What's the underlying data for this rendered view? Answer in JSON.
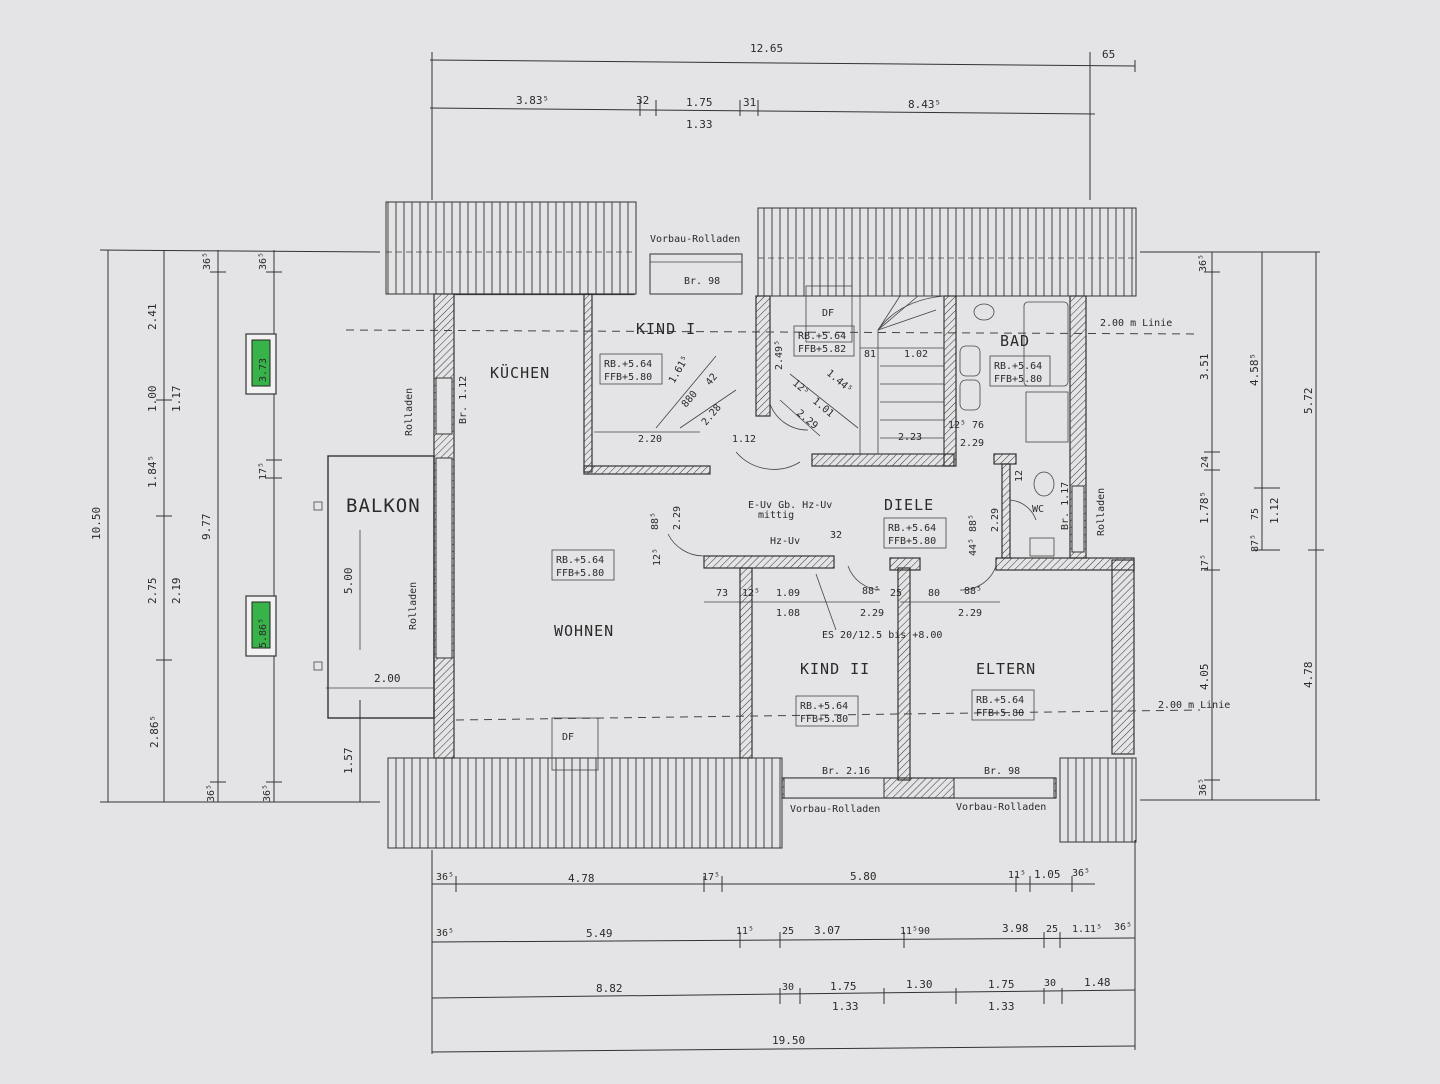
{
  "rooms": {
    "kuechen": "KÜCHEN",
    "kind1": "KIND I",
    "bad": "BAD",
    "diele": "DIELE",
    "balkon": "BALKON",
    "wohnen": "WOHNEN",
    "kind2": "KIND II",
    "eltern": "ELTERN"
  },
  "levels": {
    "kind1": [
      "RB.+5.64",
      "FFB+5.80"
    ],
    "bad": [
      "RB.+5.64",
      "FFB+5.80"
    ],
    "stair": [
      "RB.+5.64",
      "FFB+5.82"
    ],
    "diele": [
      "RB.+5.64",
      "FFB+5.80"
    ],
    "wohnen": [
      "RB.+5.64",
      "FFB+5.80"
    ],
    "kind2": [
      "RB.+5.64",
      "FFB+5.80"
    ],
    "eltern": [
      "RB.+5.64",
      "FFB+5.80"
    ]
  },
  "labels": {
    "vorbau_top": "Vorbau-Rolladen",
    "vorbau_bottom_left": "Vorbau-Rolladen",
    "vorbau_bottom_right": "Vorbau-Rolladen",
    "rolladen_1": "Rolladen",
    "rolladen_2": "Rolladen",
    "rolladen_3": "Rolladen",
    "linie_top": "2.00 m Linie",
    "linie_bottom": "2.00 m Linie",
    "df_top": "DF",
    "df_bottom": "DF",
    "br_top": "Br. 98",
    "br_kuechen": "Br. 1.12",
    "br_wc": "Br. 1.17",
    "br_kind2": "Br. 2.16",
    "br_eltern": "Br. 98",
    "euv": "E-Uv Gb. Hz-Uv",
    "mittig": "mittig",
    "hzuv": "Hz-Uv",
    "es": "ES 20/12.5 bis +8.00",
    "wc": "WC"
  },
  "dims": {
    "top_total": "12.65",
    "top_right": "65",
    "top_a": "3.83⁵",
    "top_b": "32",
    "top_c": "1.75",
    "top_d": "31",
    "top_e": "8.43⁵",
    "top_f": "1.33",
    "left_outer": "10.50",
    "left_a": "9.77",
    "left_b": "2.41",
    "left_c": "1.00",
    "left_d": "1.17",
    "left_e": "1.84⁵",
    "left_f": "2.75",
    "left_g": "2.19",
    "left_h": "2.86⁵",
    "left_i": "36⁵",
    "left_j": "36⁵",
    "left_k": "36⁵",
    "left_l": "36⁵",
    "left_m": "17⁵",
    "left_green1": "3.73",
    "left_green2": "5.86⁵",
    "balkon_w": "5.00",
    "balkon_d": "2.00",
    "balkon_e": "1.57",
    "right_outer": "5.72",
    "right_a": "3.51",
    "right_b": "24",
    "right_c": "1.78⁵",
    "right_d": "17⁵",
    "right_e": "4.05",
    "right_f": "36⁵",
    "right_g": "4.58⁵",
    "right_h": "75",
    "right_i": "1.12",
    "right_j": "87⁵",
    "right_k": "4.78",
    "right_l": "36⁵",
    "bot1_a": "36⁵",
    "bot1_b": "4.78",
    "bot1_c": "17⁵",
    "bot1_d": "5.80",
    "bot1_e": "11⁵",
    "bot1_f": "1.05",
    "bot1_g": "36⁵",
    "bot2_a": "36⁵",
    "bot2_b": "5.49",
    "bot2_c": "11⁵",
    "bot2_d": "25",
    "bot2_e": "3.07",
    "bot2_f": "11⁵",
    "bot2_g": "90",
    "bot2_h": "3.98",
    "bot2_i": "25",
    "bot2_j": "1.11⁵",
    "bot2_k": "36⁵",
    "bot3_a": "8.82",
    "bot3_b": "30",
    "bot3_c": "1.75",
    "bot3_d": "1.30",
    "bot3_e": "1.75",
    "bot3_f": "30",
    "bot3_g": "1.48",
    "bot3_h": "1.33",
    "bot3_i": "1.33",
    "bot_total": "19.50",
    "in_220": "2.20",
    "in_112": "1.12",
    "in_228a": "2.28",
    "in_880": "880",
    "in_42": "42",
    "in_1615": "1.61⁵",
    "in_249": "2.49⁵",
    "in_125": "12⁵",
    "in_1445": "1.44⁵",
    "in_101": "1.01",
    "in_229a": "2.29",
    "in_81": "81",
    "in_102": "1.02",
    "in_223": "2.23",
    "in_76": "76",
    "in_229b": "2.29",
    "in_885a": "88⁵",
    "in_125b": "12⁵",
    "in_229c": "2.29",
    "in_32": "32",
    "in_885b": "88⁵",
    "in_445": "44⁵",
    "in_229d": "2.29",
    "in_73": "73",
    "in_125c": "12⁵",
    "in_109": "1.09",
    "in_108": "1.08",
    "in_885c": "88⁵",
    "in_25": "25",
    "in_80": "80",
    "in_885d": "88⁵",
    "in_229e": "2.29",
    "in_229f": "2.29",
    "in_12": "12"
  }
}
